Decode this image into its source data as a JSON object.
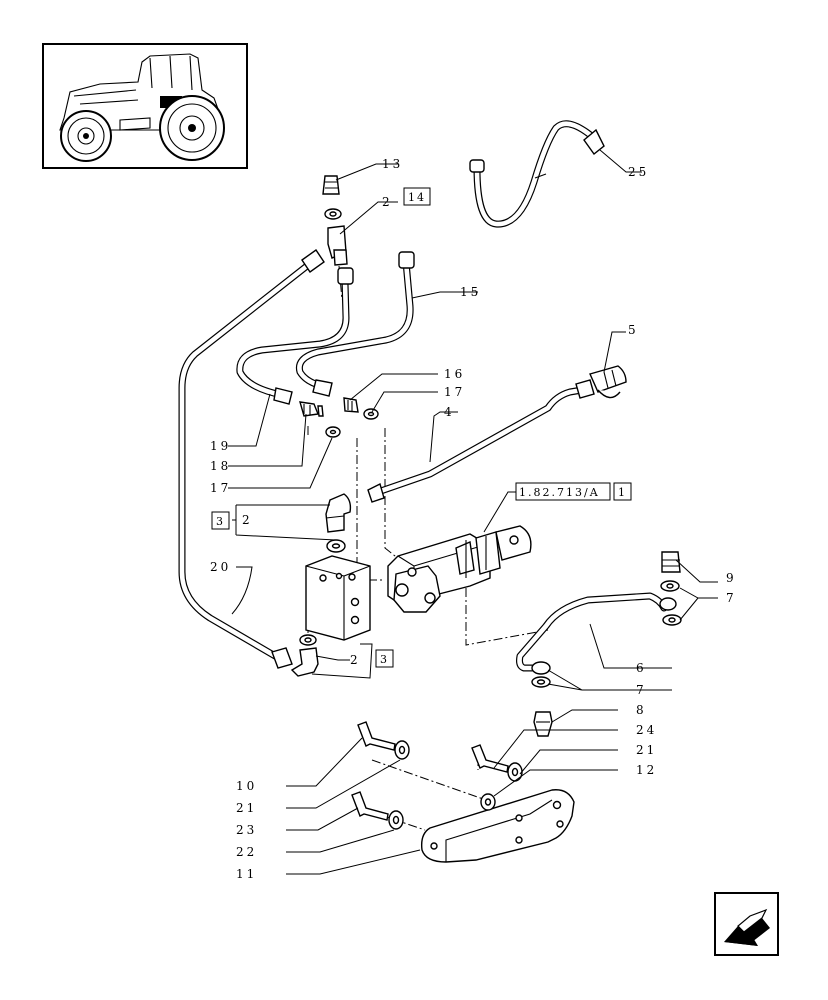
{
  "callouts": [
    "13",
    "2",
    "14",
    "15",
    "25",
    "5",
    "16",
    "17",
    "4",
    "19",
    "18",
    "17",
    "1.82.713/A",
    "1",
    "3",
    "2",
    "20",
    "2",
    "3",
    "9",
    "7",
    "6",
    "7",
    "8",
    "24",
    "21",
    "12",
    "10",
    "21",
    "23",
    "22",
    "11"
  ],
  "icons": {
    "thumbnail": "tractor-thumbnail-icon",
    "nav": "back-arrow-icon"
  }
}
